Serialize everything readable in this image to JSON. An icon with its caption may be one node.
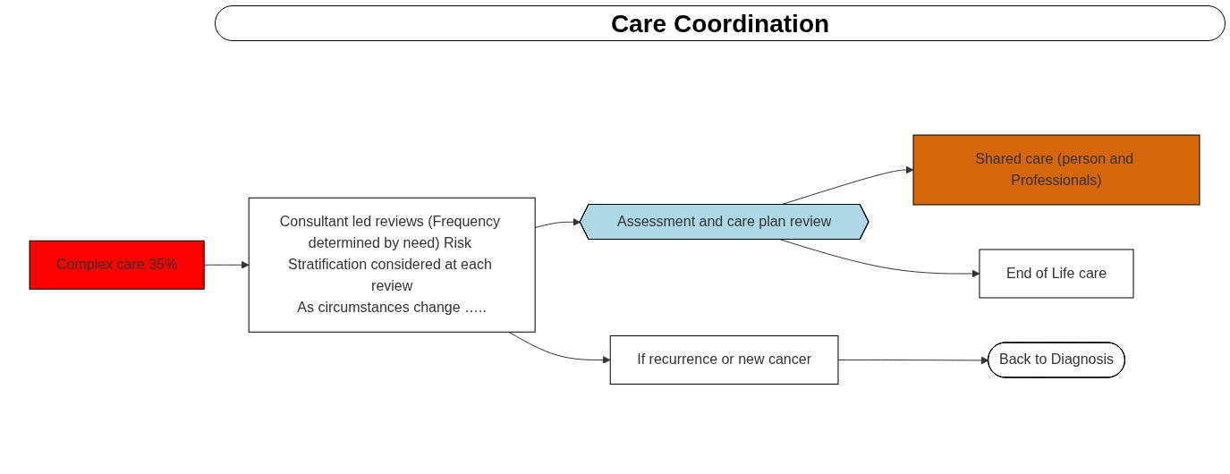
{
  "diagram": {
    "title": "Care Coordination",
    "nodes": [
      {
        "text": [
          "Complex care 35%"
        ]
      },
      {
        "text": [
          "Consultant led reviews (Frequency determined by need) Risk Stratification considered at each review",
          "As circumstances change ….."
        ]
      },
      {
        "text": [
          "Assessment and care plan review"
        ]
      },
      {
        "text": [
          "Shared care (person and Professionals)"
        ]
      },
      {
        "text": [
          "End of Life care"
        ]
      },
      {
        "text": [
          "If recurrence or new cancer"
        ]
      },
      {
        "text": [
          "Back to Diagnosis"
        ]
      }
    ],
    "edges": [
      {
        "from": 0,
        "to": 1,
        "arrow": "to"
      },
      {
        "from": 1,
        "to": 2,
        "arrow": "to"
      },
      {
        "from": 2,
        "to": 3,
        "arrow": "to"
      },
      {
        "from": 2,
        "to": 4,
        "arrow": "to"
      },
      {
        "from": 1,
        "to": 5,
        "arrow": "to"
      },
      {
        "from": 5,
        "to": 6,
        "arrow": "to"
      }
    ]
  }
}
